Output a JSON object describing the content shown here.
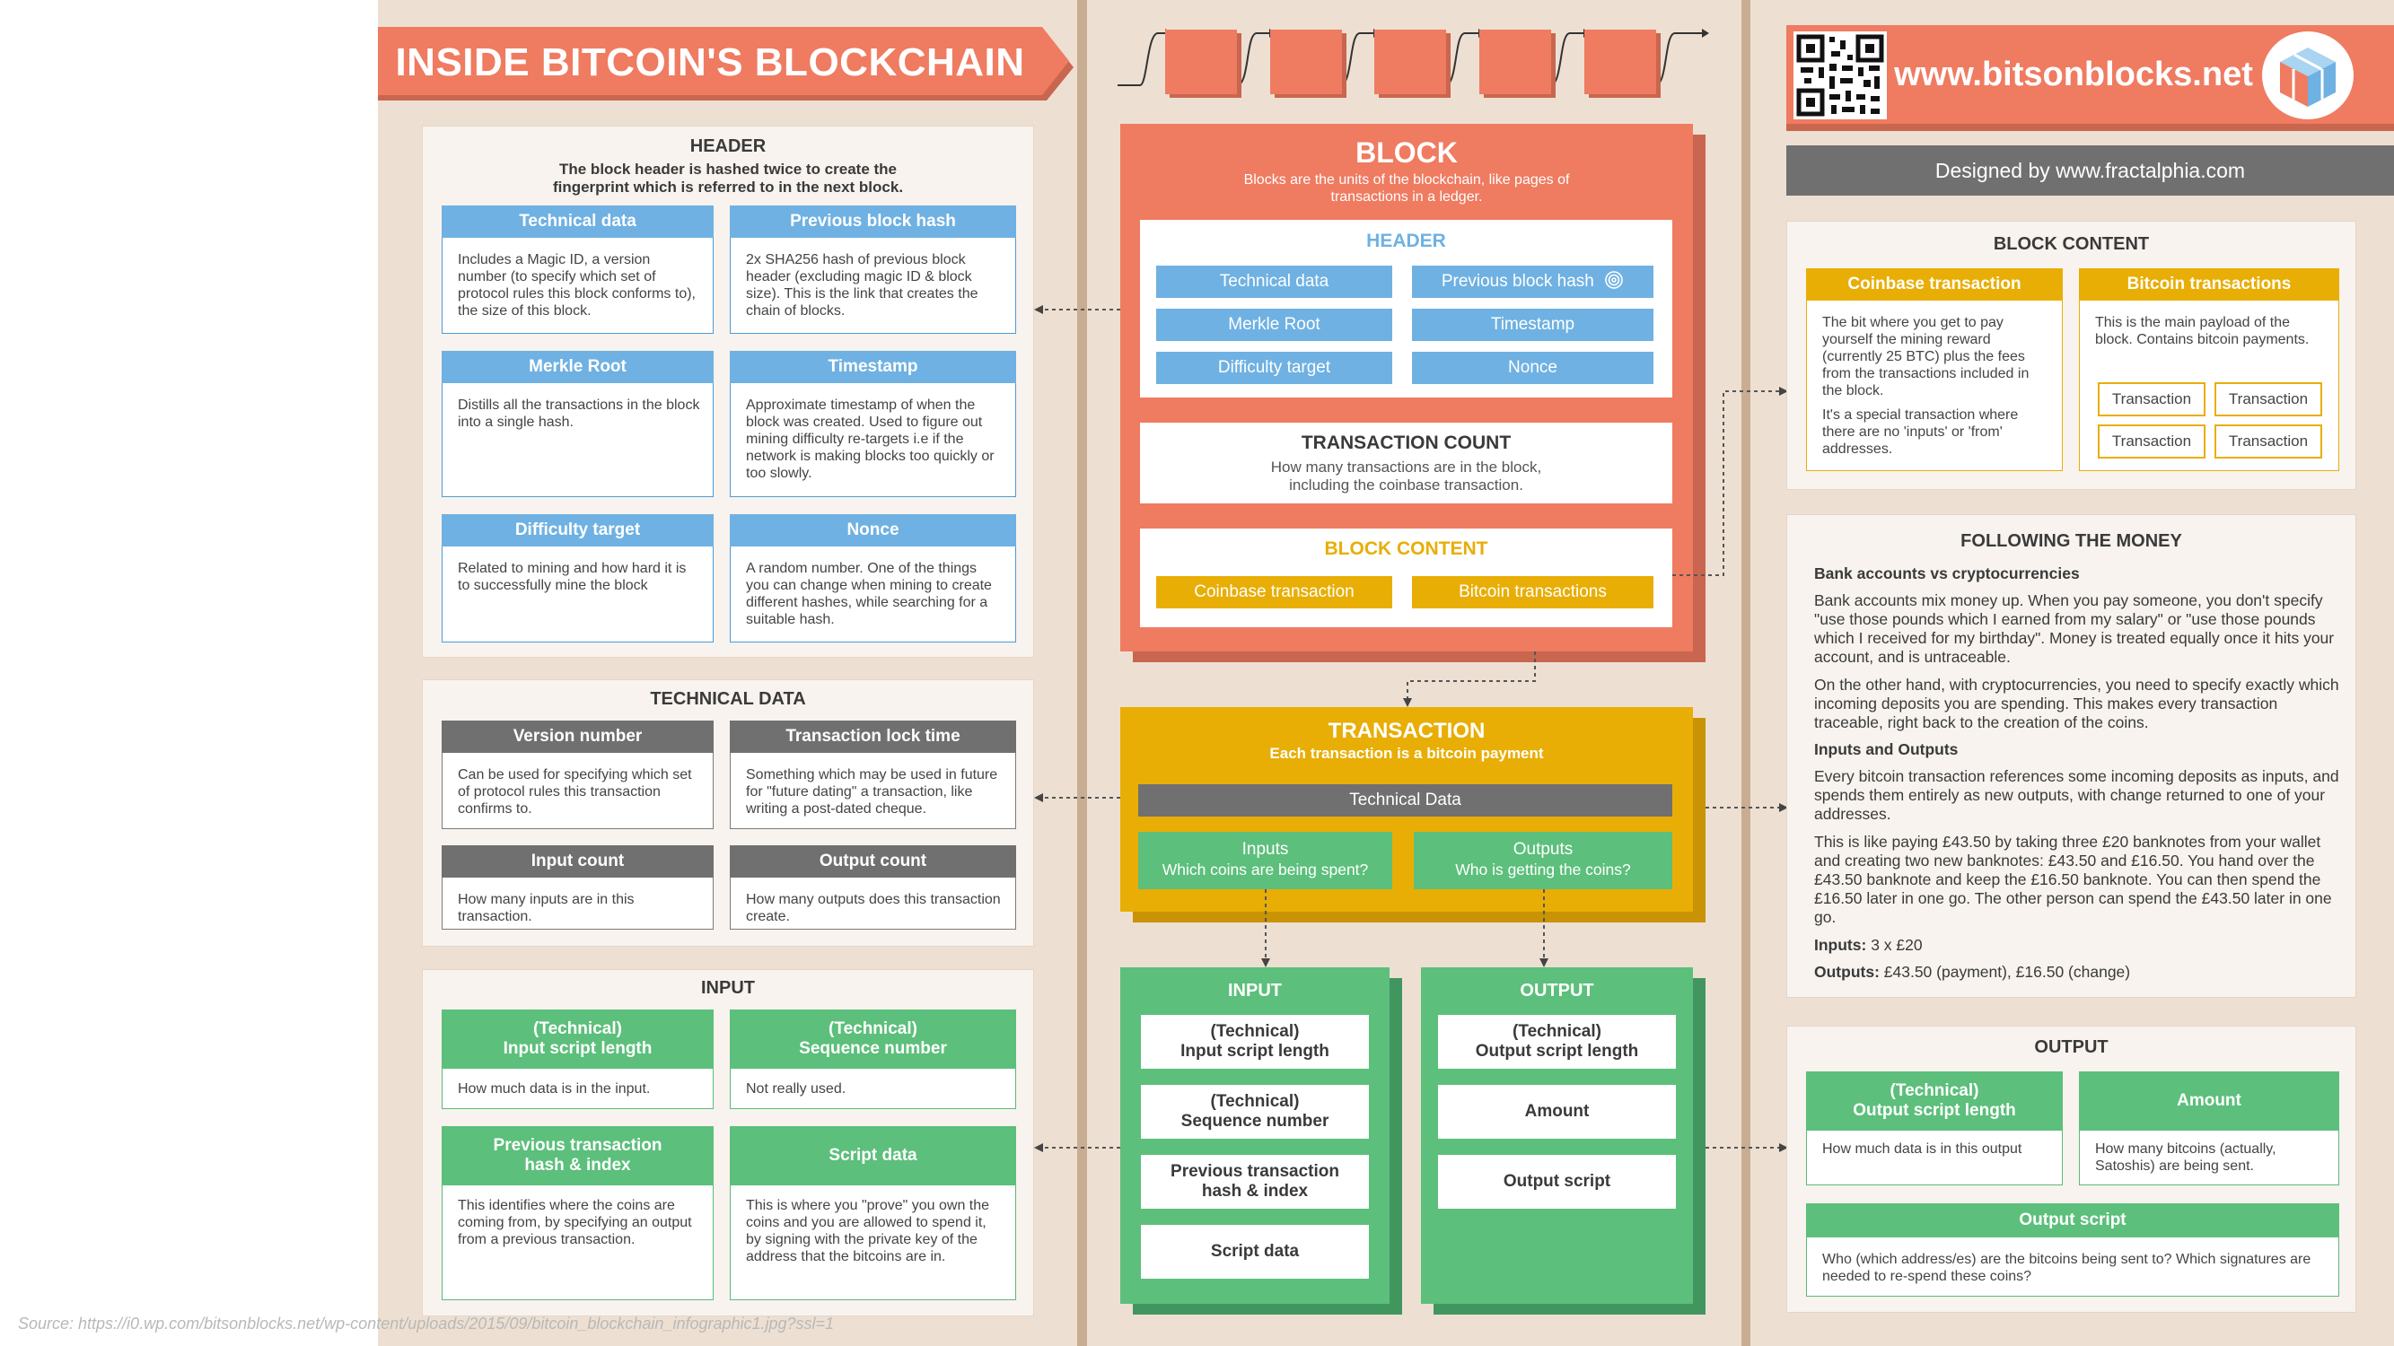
{
  "colors": {
    "banner": "#ef7b61",
    "blue": "#6fb1e2",
    "green": "#5cbf7b",
    "yellow": "#e8ae06",
    "gray": "#707070",
    "panelBg": "#f8f3ee",
    "columnBg": "#ede0d2"
  },
  "title": "INSIDE BITCOIN'S BLOCKCHAIN",
  "site": {
    "url": "www.bitsonblocks.net",
    "designed_by": "Designed by www.fractalphia.com",
    "qr_icon": "qr-code-icon",
    "logo_icon": "cube-logo-icon"
  },
  "header_panel": {
    "title": "HEADER",
    "subtitle": [
      "The block header is hashed twice to create the",
      "fingerprint which is referred to in the next block."
    ],
    "cards": [
      {
        "title": "Technical data",
        "body": "Includes a Magic ID, a version number (to specify which set of protocol rules this block conforms to), the size of this block."
      },
      {
        "title": "Previous block hash",
        "body": "2x SHA256 hash of previous block header (excluding magic ID & block size).  This is the link that creates the chain of blocks."
      },
      {
        "title": "Merkle Root",
        "body": "Distills all the transactions in the block into a single hash."
      },
      {
        "title": "Timestamp",
        "body": "Approximate timestamp of when the block was created. Used to figure out mining difficulty re-targets i.e if the network is making blocks too quickly or too slowly."
      },
      {
        "title": "Difficulty target",
        "body": "Related to mining and how hard it is to successfully mine the block"
      },
      {
        "title": "Nonce",
        "body": "A random number. One of the things you can change when mining to create different hashes, while searching for a suitable hash."
      }
    ]
  },
  "technical_panel": {
    "title": "TECHNICAL DATA",
    "cards": [
      {
        "title": "Version number",
        "body": "Can be used for specifying which set of protocol rules this transaction confirms to."
      },
      {
        "title": "Transaction lock time",
        "body": "Something which may be used in future for \"future dating\" a transaction, like writing a post-dated cheque."
      },
      {
        "title": "Input count",
        "body": "How many inputs are in this transaction."
      },
      {
        "title": "Output count",
        "body": "How many outputs does this transaction create."
      }
    ]
  },
  "input_panel": {
    "title": "INPUT",
    "cards": [
      {
        "title1": "(Technical)",
        "title2": "Input script length",
        "body": "How much data is in the input."
      },
      {
        "title1": "(Technical)",
        "title2": "Sequence number",
        "body": "Not really used."
      },
      {
        "title1": "Previous transaction",
        "title2": "hash & index",
        "body": "This identifies where the coins are coming from, by specifying an output from a previous transaction."
      },
      {
        "title1": "Script data",
        "title2": "",
        "body": "This is where you \"prove\" you own the coins and you are allowed to spend it, by signing with the private key of the address that the bitcoins are in."
      }
    ]
  },
  "block": {
    "title": "BLOCK",
    "subtitle": [
      "Blocks are the units of the blockchain, like pages of",
      "transactions in a ledger."
    ],
    "header_title": "HEADER",
    "header_items": [
      "Technical data",
      "Previous block hash",
      "Merkle Root",
      "Timestamp",
      "Difficulty target",
      "Nonce"
    ],
    "fingerprint_icon": "fingerprint-icon",
    "tx_count_title": "TRANSACTION COUNT",
    "tx_count_body": [
      "How many transactions are in the block,",
      "including the coinbase transaction."
    ],
    "content_title": "BLOCK CONTENT",
    "content_items": [
      "Coinbase transaction",
      "Bitcoin transactions"
    ]
  },
  "transaction": {
    "title": "TRANSACTION",
    "subtitle": "Each transaction is a bitcoin payment",
    "technical": "Technical Data",
    "inputs_title": "Inputs",
    "inputs_sub": "Which coins are being spent?",
    "outputs_title": "Outputs",
    "outputs_sub": "Who is getting the coins?"
  },
  "input_box": {
    "title": "INPUT",
    "items": [
      [
        "(Technical)",
        "Input script length"
      ],
      [
        "(Technical)",
        "Sequence number"
      ],
      [
        "Previous transaction",
        "hash & index"
      ],
      [
        "Script data",
        ""
      ]
    ]
  },
  "output_box": {
    "title": "OUTPUT",
    "items": [
      [
        "(Technical)",
        "Output script length"
      ],
      [
        "Amount",
        ""
      ],
      [
        "Output script",
        ""
      ]
    ]
  },
  "block_content_panel": {
    "title": "BLOCK CONTENT",
    "coinbase_title": "Coinbase transaction",
    "coinbase_body1": "The bit where you get to pay yourself the mining reward (currently 25 BTC) plus the fees from the transactions included in the block.",
    "coinbase_body2": "It's a special transaction where there are no 'inputs' or 'from' addresses.",
    "btc_title": "Bitcoin transactions",
    "btc_body": "This is the main payload of the block.  Contains bitcoin payments.",
    "tx_label": "Transaction"
  },
  "money_panel": {
    "title": "FOLLOWING THE MONEY",
    "h1": "Bank accounts vs cryptocurrencies",
    "p1": "Bank accounts mix money up.  When you pay someone, you don't specify \"use those pounds which I earned from my salary\" or \"use those pounds which I received for my birthday\". Money is treated equally once it hits your account, and is untraceable.",
    "p2": "On the other hand, with cryptocurrencies, you need to specify exactly which incoming deposits you are spending. This makes every transaction traceable, right back to the creation of the coins.",
    "h2": "Inputs and Outputs",
    "p3": "Every bitcoin transaction references some incoming deposits as inputs, and spends them entirely as new outputs, with change returned to one of your addresses.",
    "p4": "This is like paying £43.50 by taking three £20 banknotes from your wallet and creating two new banknotes: £43.50 and £16.50.  You hand over the £43.50 banknote and keep the £16.50 banknote.  You can then spend the £16.50 later in one go.  The other person can spend the £43.50 later in one go.",
    "inputs_label": "Inputs:",
    "inputs_val": " 3 x £20",
    "outputs_label": "Outputs:",
    "outputs_val": " £43.50 (payment), £16.50 (change)"
  },
  "output_panel": {
    "title": "OUTPUT",
    "c1_title1": "(Technical)",
    "c1_title2": "Output script length",
    "c1_body": "How much data is in this output",
    "c2_title": "Amount",
    "c2_body": "How many bitcoins (actually, Satoshis) are being sent.",
    "c3_title": "Output script",
    "c3_body": "Who (which address/es) are the bitcoins being sent to?  Which signatures are needed to re-spend these coins?"
  },
  "source": "Source: https://i0.wp.com/bitsonblocks.net/wp-content/uploads/2015/09/bitcoin_blockchain_infographic1.jpg?ssl=1"
}
